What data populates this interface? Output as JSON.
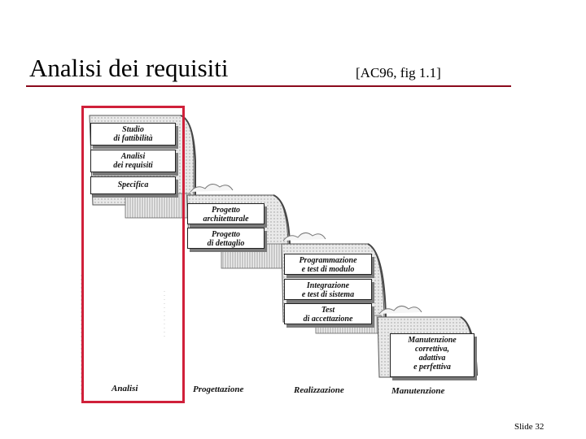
{
  "slide": {
    "title": "Analisi dei requisiti",
    "reference": "[AC96, fig 1.1]",
    "number": "Slide  32"
  },
  "colors": {
    "rule": "#8b0a1c",
    "highlight": "#d0203a"
  },
  "diagram": {
    "analisi": {
      "label": "Analisi",
      "boxes": [
        "Studio\ndi fattibilità",
        "Analisi\ndei requisiti",
        "Specifica"
      ]
    },
    "progettazione": {
      "label": "Progettazione",
      "boxes": [
        "Progetto\narchitetturale",
        "Progetto\ndi dettaglio"
      ]
    },
    "realizzazione": {
      "label": "Realizzazione",
      "boxes": [
        "Programmazione\ne test di modulo",
        "Integrazione\ne test di sistema",
        "Test\ndi accettazione"
      ]
    },
    "manutenzione": {
      "label": "Manutenzione",
      "boxes": [
        "Manutenzione\ncorrettiva,\nadattiva\ne perfettiva"
      ]
    }
  }
}
